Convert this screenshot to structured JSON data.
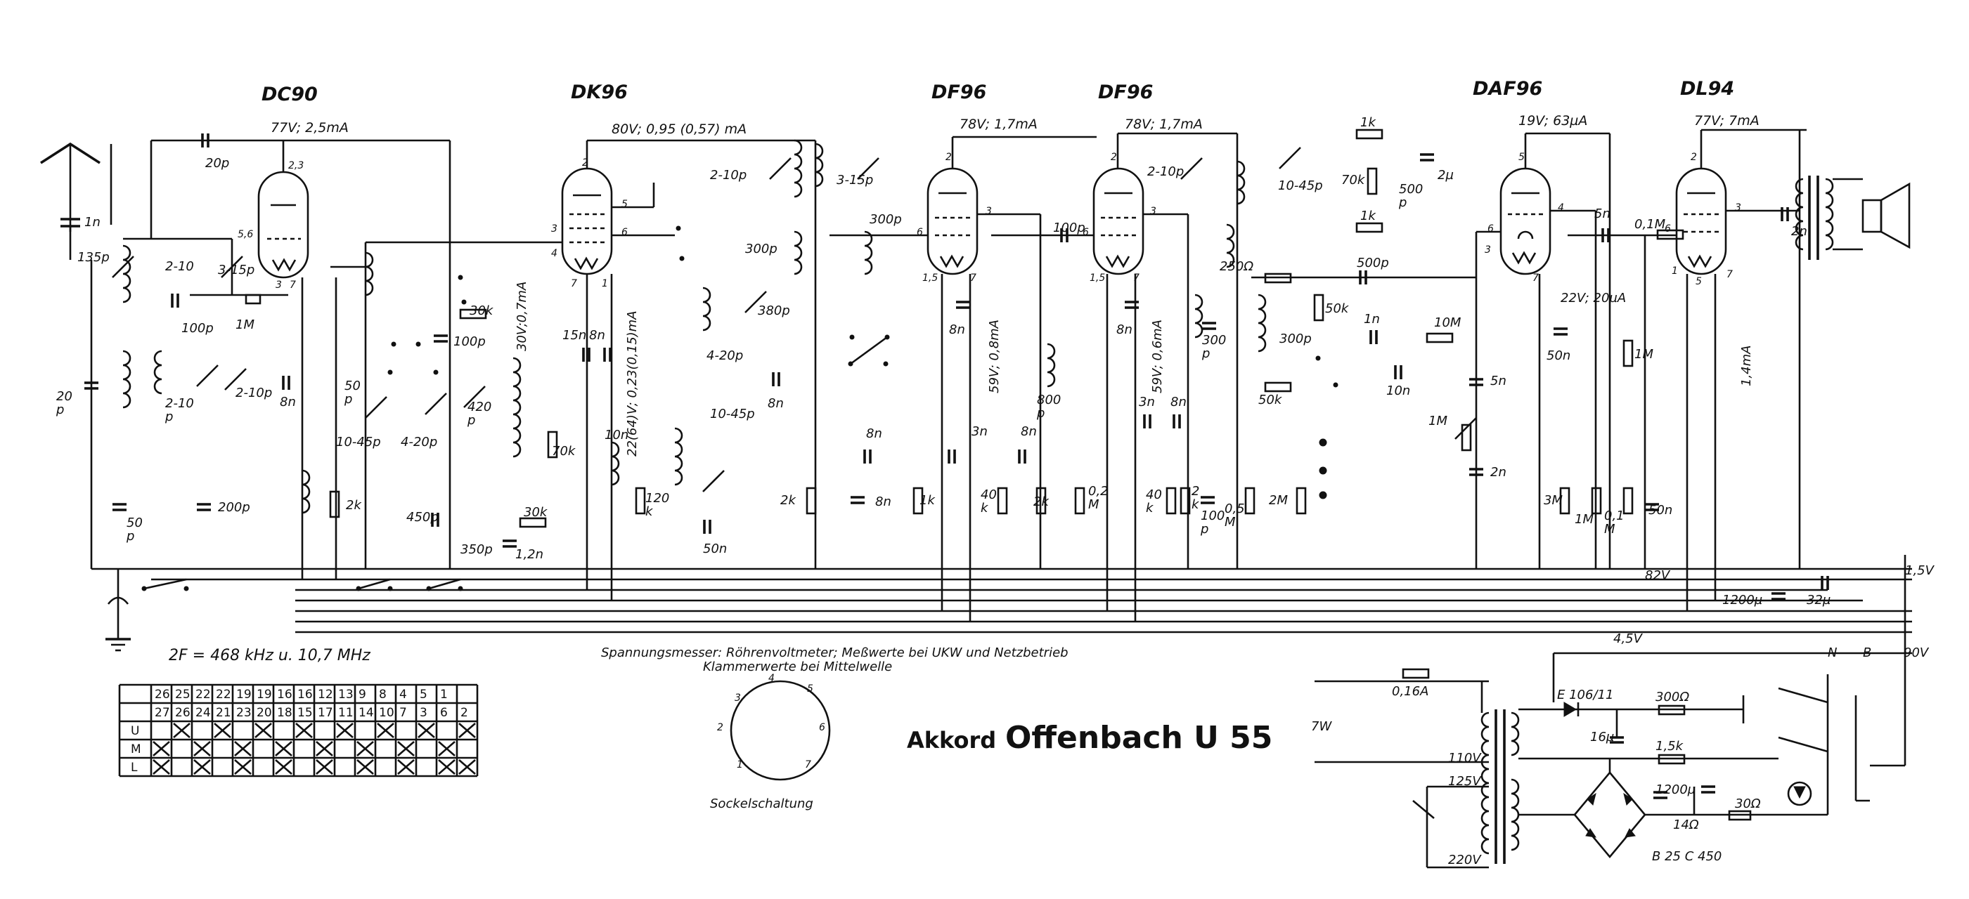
{
  "diagram": {
    "title_brand": "Akkord",
    "title_model": "Offenbach U 55",
    "frequency_note": "2F = 468 kHz u. 10,7 MHz",
    "measurement_note_1": "Spannungsmesser: Röhrenvoltmeter; Meßwerte bei UKW und Netzbetrieb",
    "measurement_note_2": "Klammerwerte bei Mittelwelle",
    "socket_label": "Sockelschaltung",
    "socket_pins": [
      "1",
      "2",
      "3",
      "4",
      "5",
      "6",
      "7"
    ]
  },
  "tubes": [
    {
      "name": "DC90",
      "voltage": "77V; 2,5mA"
    },
    {
      "name": "DK96",
      "voltage": "80V; 0,95 (0,57) mA"
    },
    {
      "name": "DF96",
      "voltage": "78V; 1,7mA"
    },
    {
      "name": "DF96",
      "voltage": "78V; 1,7mA"
    },
    {
      "name": "DAF96",
      "voltage": "19V; 63µA"
    },
    {
      "name": "DL94",
      "voltage": "77V; 7mA"
    }
  ],
  "component_labels": {
    "c_1n": "1n",
    "c_135p": "135p",
    "c_20p_v": "20\np",
    "c_50p": "50\np",
    "c_20p_top": "20p",
    "tr_2_10": "2-10",
    "tr_3_15p": "3-15p",
    "r_1M": "1M",
    "c_100p_a": "100p",
    "tr_2_10p": "2-10\np",
    "tr_2_10p_b": "2-10p",
    "c_8n_a": "8n",
    "c_200p": "200p",
    "r_2k_a": "2k",
    "c_50p_b": "50\np",
    "tr_10_45p": "10-45p",
    "tr_4_20p": "4-20p",
    "tr_420p": "420\np",
    "r_30k_a": "30k",
    "c_100p_b": "100p",
    "c_450p": "450p",
    "c_350p": "350p",
    "r_30k_b": "30k",
    "c_1_2n": "1,2n",
    "r_70k": "70k",
    "c_15n": "15n",
    "c_8n_b": "8n",
    "dk_v1": "30V;0,7mA",
    "dk_v2": "22(64)V; 0,23(0,15)mA",
    "c_10n": "10n",
    "r_120k": "120\nk",
    "tr_2_10p_c": "2-10p",
    "c_300p": "300p",
    "c_380p": "380p",
    "tr_4_20p_b": "4-20p",
    "c_8n_c": "8n",
    "tr_10_45p_b": "10-45p",
    "c_50n": "50n",
    "r_2k_b": "2k",
    "tr_3_15p_b": "3-15p",
    "c_300p_b": "300p",
    "c_8n_d": "8n",
    "c_8n_e": "8n",
    "r_1k": "1k",
    "c_8n_f": "8n",
    "df_v1": "59V; 0,8mA",
    "c_100p_c": "100p",
    "c_800p": "800\np",
    "c_3n_a": "3n",
    "c_8n_g": "8n",
    "r_40k": "40\nk",
    "r_2k_c": "2k",
    "r_0_2M": "0,2\nM",
    "c_8n_h": "8n",
    "tr_2_10p_d": "2-10p",
    "c_300p_c": "300\np",
    "df_v2": "59V; 0,6mA",
    "c_3n_b": "3n",
    "c_8n_i": "8n",
    "r_40k_b": "40\nk",
    "r_2k_d": "2\nk",
    "c_100p_d": "100\np",
    "r_0_5M": "0,5\nM",
    "r_2M": "2M",
    "r_1k_a": "1k",
    "r_1k_b": "1k",
    "r_70k_b": "70k",
    "c_500p": "500\np",
    "c_2u": "2µ",
    "tr_10_45p_c": "10-45p",
    "r_250": "250Ω",
    "c_500p_b": "500p",
    "r_50k": "50k",
    "c_1n_b": "1n",
    "c_300p_d": "300p",
    "r_10M": "10M",
    "r_50k_b": "50k",
    "c_10n_b": "10n",
    "r_1M_b": "1M",
    "c_5n": "5n",
    "c_2n": "2n",
    "daf_v": "22V; 20µA",
    "c_50n_b": "50n",
    "r_3M": "3M",
    "r_1M_c": "1M",
    "r_0_1M": "0,1\nM",
    "c_5n_b": "5n",
    "r_0_1M_b": "0,1M",
    "r_1M_d": "1M",
    "c_50n_c": "50n",
    "dl_i": "1,4mA",
    "c_2n_b": "2n",
    "v_82": "82V",
    "c_1200u": "1200µ",
    "c_32u": "32µ",
    "v_1_5": "1,5V",
    "v_4_5": "4,5V",
    "v_90": "90V",
    "f_0_16A": "0,16A",
    "p_7W": "7W",
    "rect_e106": "E 106/11",
    "r_300": "300Ω",
    "c_16u": "16µ",
    "r_1_5k": "1,5k",
    "v_110": "110V",
    "v_125": "125V",
    "v_220": "220V",
    "c_1200u_b": "1200µ",
    "r_14": "14Ω",
    "r_30": "30Ω",
    "rect_b25": "B 25 C 450",
    "sw_N": "N",
    "sw_B": "B"
  },
  "switch_numbers": [
    "26",
    "27",
    "12",
    "11",
    "1",
    "2",
    "24",
    "25",
    "9",
    "10",
    "13",
    "14",
    "19",
    "18",
    "20",
    "21",
    "22",
    "23",
    "6",
    "7",
    "5",
    "8",
    "15",
    "16",
    "17"
  ],
  "switch_table": {
    "row1": [
      "26",
      "25",
      "22",
      "22",
      "19",
      "19",
      "16",
      "16",
      "12",
      "13",
      "9",
      "8",
      "4",
      "5",
      "1"
    ],
    "row2": [
      "27",
      "26",
      "24",
      "21",
      "23",
      "20",
      "18",
      "15",
      "17",
      "11",
      "14",
      "10",
      "7",
      "3",
      "6",
      "2"
    ],
    "modes": [
      "U",
      "M",
      "L"
    ]
  }
}
